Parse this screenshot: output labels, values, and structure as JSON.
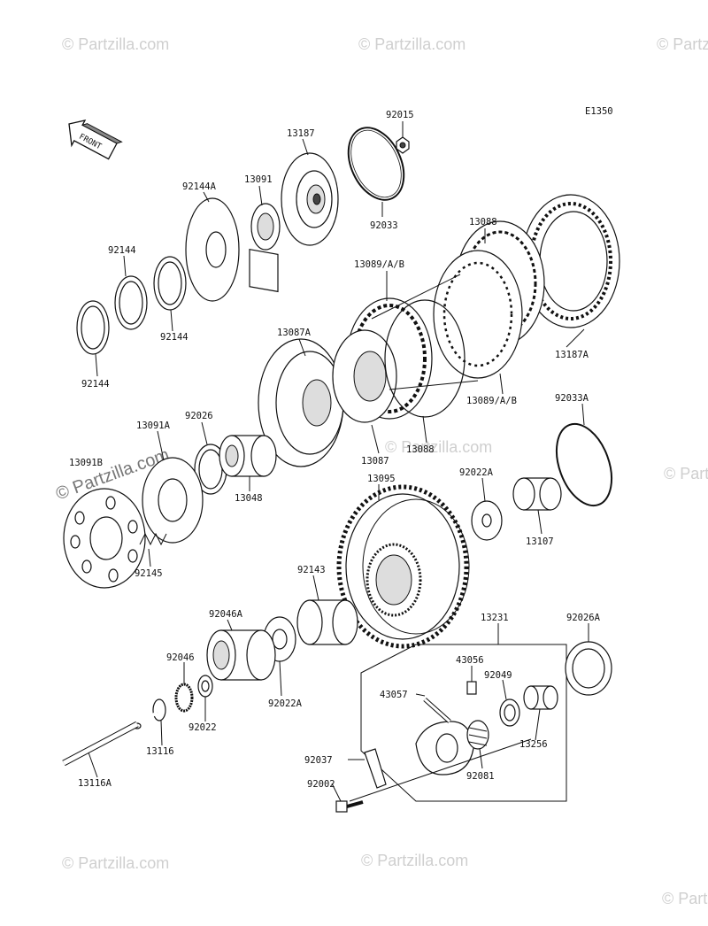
{
  "diagram": {
    "code": "E1350",
    "front_label": "FRONT",
    "watermark": "© Partzilla.com",
    "parts": {
      "p92015": "92015",
      "p13187": "13187",
      "p13091": "13091",
      "p92144A": "92144A",
      "p92033": "92033",
      "p13088_top": "13088",
      "p92144_a": "92144",
      "p92144_b": "92144",
      "p92144_c": "92144",
      "p13089_top": "13089/A/B",
      "p13187A": "13187A",
      "p13087A": "13087A",
      "p13089_bot": "13089/A/B",
      "p13091A": "13091A",
      "p92026": "92026",
      "p92033A": "92033A",
      "p13087": "13087",
      "p13088_bot": "13088",
      "p13091B": "13091B",
      "p13095": "13095",
      "p92022A_top": "92022A",
      "p13048": "13048",
      "p13107": "13107",
      "p92145": "92145",
      "p92143": "92143",
      "p13231": "13231",
      "p92046A": "92046A",
      "p92026A": "92026A",
      "p43056": "43056",
      "p92046": "92046",
      "p43057": "43057",
      "p92049": "92049",
      "p92022A_bot": "92022A",
      "p92022": "92022",
      "p13256": "13256",
      "p13116": "13116",
      "p92037": "92037",
      "p92081": "92081",
      "p92002": "92002",
      "p13116A": "13116A"
    }
  }
}
